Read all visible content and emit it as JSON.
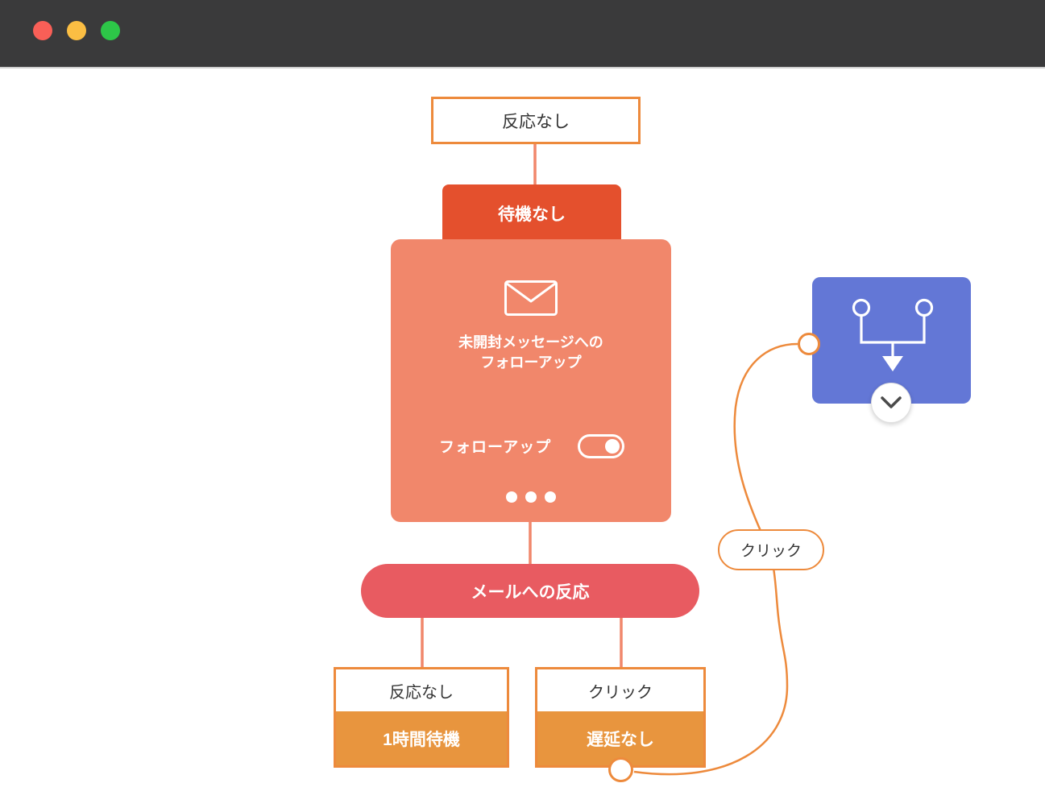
{
  "window": {
    "traffic_lights": [
      {
        "name": "close",
        "color": "#F95F57"
      },
      {
        "name": "minimize",
        "color": "#FBBE43"
      },
      {
        "name": "fullscreen",
        "color": "#2DC648"
      }
    ]
  },
  "flow": {
    "trigger_label": {
      "label": "反応なし"
    },
    "wait_node": {
      "label": "待機なし"
    },
    "followup_card": {
      "icon": "envelope-icon",
      "title_line1": "未開封メッセージへの",
      "title_line2": "フォローアップ",
      "toggle_label": "フォローアップ",
      "toggle_state": "on",
      "pagination_dots": 3
    },
    "reaction_node": {
      "label": "メールへの反応"
    },
    "branches": [
      {
        "condition": "反応なし",
        "action": "1時間待機"
      },
      {
        "condition": "クリック",
        "action": "遅延なし"
      }
    ],
    "edge_label": {
      "label": "クリック"
    },
    "merge_node": {
      "icon": "branch-merge-icon",
      "control": "chevron-down-icon"
    }
  },
  "colors": {
    "titlebar": "#3A3A3B",
    "accent_orange_border": "#ED8A3C",
    "connector_salmon": "#F1876B",
    "wait_node_red": "#E4502D",
    "card_salmon": "#F1876B",
    "reaction_pill_red": "#E85B61",
    "branch_action_orange": "#E8953E",
    "merge_node_blue": "#6377D6",
    "text_dark": "#333333"
  }
}
